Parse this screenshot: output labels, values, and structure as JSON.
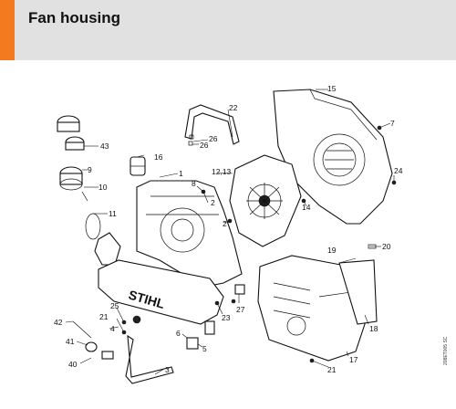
{
  "header": {
    "title": "Fan housing"
  },
  "diagram": {
    "brand_text": "STIHL",
    "drawing_code": "208ET005 SC",
    "labels": {
      "l1": "1",
      "l2a": "2",
      "l2b": "2",
      "l3": "3",
      "l4": "4",
      "l5": "5",
      "l6": "6",
      "l7": "7",
      "l8": "8",
      "l9": "9",
      "l10": "10",
      "l11": "11",
      "l1213": "12,13",
      "l14": "14",
      "l15": "15",
      "l16": "16",
      "l17": "17",
      "l18": "18",
      "l19": "19",
      "l20": "20",
      "l21a": "21",
      "l21b": "21",
      "l22": "22",
      "l23": "23",
      "l24": "24",
      "l25": "25",
      "l26a": "26",
      "l26b": "26",
      "l27": "27",
      "l40": "40",
      "l41": "41",
      "l42": "42",
      "l43": "43"
    }
  }
}
